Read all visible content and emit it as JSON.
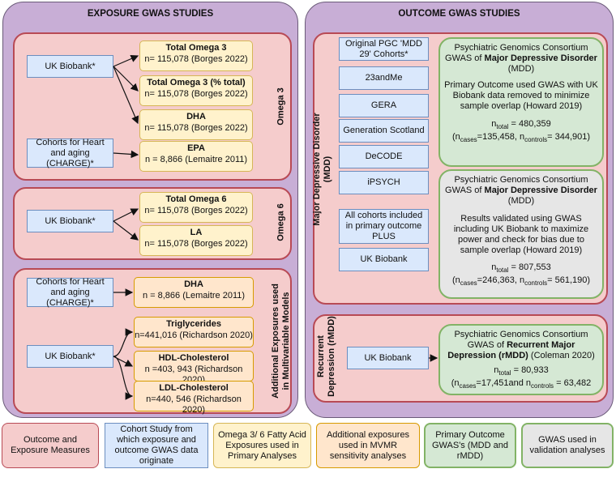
{
  "exposure": {
    "title": "EXPOSURE GWAS STUDIES",
    "omega3": {
      "label": "Omega 3",
      "ukb": "UK Biobank*",
      "charge": "Cohorts for Heart and aging (CHARGE)*",
      "items": [
        {
          "name": "Total Omega 3",
          "detail": "n= 115,078 (Borges 2022)"
        },
        {
          "name": "Total Omega 3 (% total)",
          "detail": "n= 115,078 (Borges 2022)"
        },
        {
          "name": "DHA",
          "detail": "n= 115,078 (Borges 2022)"
        },
        {
          "name": "EPA",
          "detail": "n = 8,866 (Lemaitre 2011)"
        }
      ]
    },
    "omega6": {
      "label": "Omega 6",
      "ukb": "UK Biobank*",
      "items": [
        {
          "name": "Total Omega 6",
          "detail": "n= 115,078 (Borges 2022)"
        },
        {
          "name": "LA",
          "detail": "n= 115,078 (Borges 2022)"
        }
      ]
    },
    "additional": {
      "label_line1": "Additional Exposures used",
      "label_line2": "in Multivariable Models",
      "charge": "Cohorts for Heart and aging (CHARGE)*",
      "ukb": "UK Biobank*",
      "items": [
        {
          "name": "DHA",
          "detail": "n = 8,866 (Lemaitre 2011)"
        },
        {
          "name": "Triglycerides",
          "detail": "n=441,016 (Richardson 2020)"
        },
        {
          "name": "HDL-Cholesterol",
          "detail": "n =403, 943 (Richardson 2020)"
        },
        {
          "name": "LDL-Cholesterol",
          "detail": "n=440, 546 (Richardson 2020)"
        }
      ]
    }
  },
  "outcome": {
    "title": "OUTCOME GWAS STUDIES",
    "mdd": {
      "label_line1": "Major Depressive Disorder",
      "label_line2": "(MDD)",
      "cohorts": [
        "Original PGC 'MDD 29' Cohorts*",
        "23andMe",
        "GERA",
        "Generation Scotland",
        "DeCODE",
        "iPSYCH"
      ],
      "validation_cohorts": [
        "All cohorts included in primary outcome PLUS",
        "UK Biobank"
      ],
      "primary": {
        "line1": "Psychiatric Genomics Consortium",
        "line2_pre": "GWAS of ",
        "line2_bold": "Major Depressive Disorder",
        "line3": "(MDD)",
        "desc": "Primary Outcome used GWAS with UK Biobank data removed to minimize sample overlap (Howard 2019)",
        "n_total": "480,359",
        "n_cases": "135,458",
        "n_controls": "344,901"
      },
      "validation": {
        "line1": "Psychiatric Genomics Consortium",
        "line2_pre": "GWAS of ",
        "line2_bold": "Major Depressive Disorder",
        "line3": "(MDD)",
        "desc": "Results validated using GWAS including UK Biobank to maximize power and check for bias due to sample overlap (Howard 2019)",
        "n_total": "807,553",
        "n_cases": "246,363",
        "n_controls": "561,190"
      }
    },
    "rmdd": {
      "label_line1": "Recurrent",
      "label_line2": "Depression (rMDD)",
      "cohort": "UK Biobank",
      "box": {
        "line1": "Psychiatric Genomics Consortium",
        "line2_pre": "GWAS of ",
        "line2_bold": "Recurrent Major Depression (rMDD)",
        "line2_post": " (Coleman 2020)",
        "n_total": "80,933",
        "n_cases": "17,451",
        "n_controls": "63,482"
      }
    }
  },
  "legend": [
    {
      "text": "Outcome and Exposure Measures",
      "color": "#f5cccc",
      "border": "#b84a55"
    },
    {
      "text": "Cohort Study from which exposure and outcome GWAS data originate",
      "color": "#dae8fc",
      "border": "#6c8ebf"
    },
    {
      "text": "Omega 3/ 6 Fatty Acid Exposures used in Primary Analyses",
      "color": "#fff2cc",
      "border": "#d6b656"
    },
    {
      "text": "Additional exposures used in MVMR sensitivity analyses",
      "color": "#ffe6cc",
      "border": "#d79b00"
    },
    {
      "text": "Primary Outcome GWAS's (MDD and rMDD)",
      "color": "#d5e8d4",
      "border": "#82b366"
    },
    {
      "text": "GWAS used in validation analyses",
      "color": "#e6e6e6",
      "border": "#82b366"
    }
  ]
}
